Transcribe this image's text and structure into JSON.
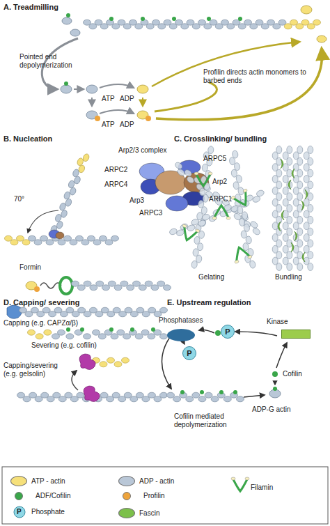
{
  "diagram": {
    "nodes": [
      {
        "text": [
          "Phosphatases"
        ]
      },
      {
        "text": [
          "Kinase"
        ]
      },
      {
        "text": [
          "P"
        ]
      },
      {
        "text": [
          "P"
        ]
      }
    ],
    "labels": [
      "A. Treadmilling",
      "Pointed end depolymerization",
      "Profilin directs actin monomers to barbed ends",
      "ATP",
      "ADP",
      "ATP",
      "ADP",
      "B. Nucleation",
      "Arp2/3 complex",
      "ARPC2",
      "ARPC5",
      "ARPC4",
      "Arp2",
      "Arp3",
      "ARPC1",
      "ARPC3",
      "70°",
      "Formin",
      "C. Crosslinking/ bundling",
      "Gelating",
      "Bundling",
      "D. Capping/ severing",
      "Capping (e.g. CAPZα/β)",
      "Severing (e.g. cofilin)",
      "Capping/severing (e.g. gelsolin)",
      "E. Upstream regulation",
      "Cofilin",
      "ADP-G actin",
      "Cofilin mediated depolymerization",
      "P"
    ],
    "legend": [
      {
        "text": "ATP - actin",
        "color": "#f6e07a"
      },
      {
        "text": "ADP - actin",
        "color": "#b9c7d7"
      },
      {
        "text": "Filamin"
      },
      {
        "text": "ADF/Cofilin",
        "color": "#3aa64a"
      },
      {
        "text": "Profilin",
        "color": "#eea43c"
      },
      {
        "text": "Phosphate"
      },
      {
        "text": "Fascin",
        "color": "#7cc04a"
      }
    ]
  }
}
